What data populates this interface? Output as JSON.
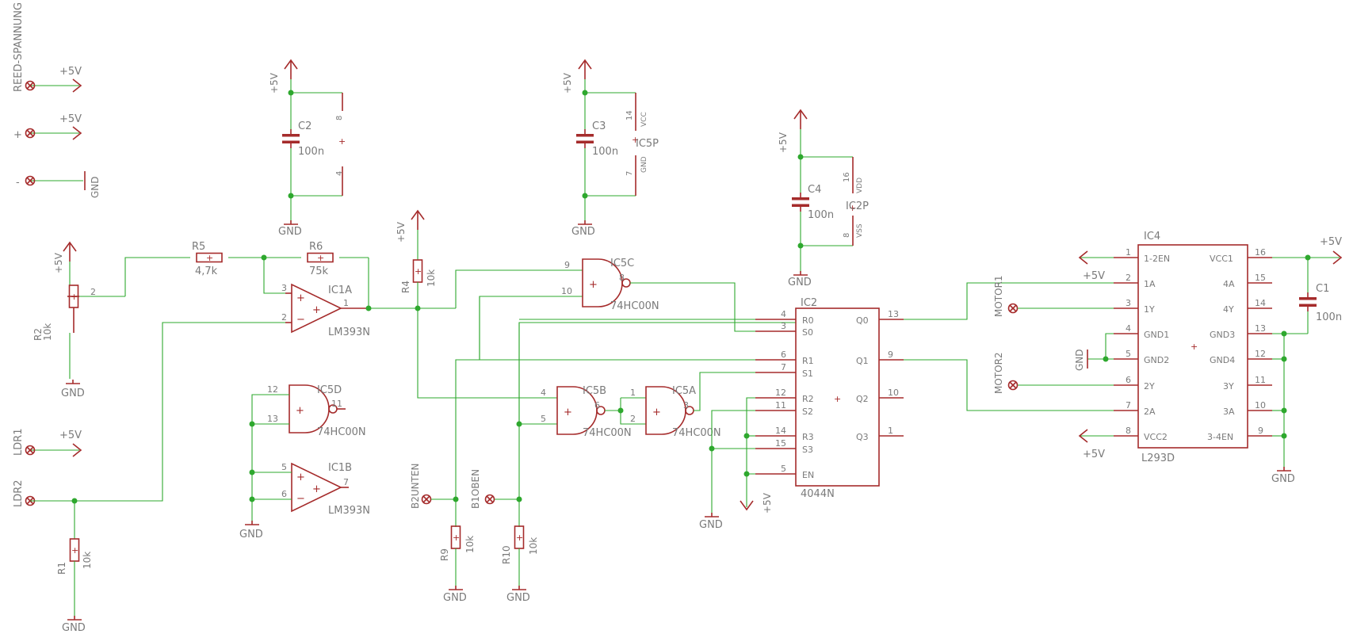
{
  "colors": {
    "wire": "#2ea82e",
    "part": "#a52b2b",
    "text": "#7a7a7a"
  },
  "power": {
    "p5v": "+5V",
    "gnd": "GND"
  },
  "connectors": {
    "reed": "REED-SPANNUNG",
    "plus": "+",
    "minus": "-",
    "ldr1": "LDR1",
    "ldr2": "LDR2",
    "b2unten": "B2UNTEN",
    "b1oben": "B1OBEN",
    "motor1": "MOTOR1",
    "motor2": "MOTOR2"
  },
  "resistors": {
    "r1": {
      "name": "R1",
      "value": "10k"
    },
    "r2": {
      "name": "R2",
      "value": "10k"
    },
    "r4": {
      "name": "R4",
      "value": "10k"
    },
    "r5": {
      "name": "R5",
      "value": "4,7k"
    },
    "r6": {
      "name": "R6",
      "value": "75k"
    },
    "r9": {
      "name": "R9",
      "value": "10k"
    },
    "r10": {
      "name": "R10",
      "value": "10k"
    }
  },
  "capacitors": {
    "c1": {
      "name": "C1",
      "value": "100n"
    },
    "c2": {
      "name": "C2",
      "value": "100n"
    },
    "c3": {
      "name": "C3",
      "value": "100n"
    },
    "c4": {
      "name": "C4",
      "value": "100n"
    }
  },
  "opamps": {
    "ic1a": {
      "name": "IC1A",
      "type": "LM393N"
    },
    "ic1b": {
      "name": "IC1B",
      "type": "LM393N"
    }
  },
  "gates": {
    "ic5a": {
      "name": "IC5A",
      "type": "74HC00N"
    },
    "ic5b": {
      "name": "IC5B",
      "type": "74HC00N"
    },
    "ic5c": {
      "name": "IC5C",
      "type": "74HC00N"
    },
    "ic5d": {
      "name": "IC5D",
      "type": "74HC00N"
    }
  },
  "power_blocks": {
    "ic5p": {
      "name": "IC5P",
      "vcc": "VCC",
      "gnd": "GND"
    },
    "ic2p": {
      "name": "IC2P",
      "vdd": "VDD",
      "vss": "VSS"
    }
  },
  "ic2": {
    "name": "IC2",
    "type": "4044N",
    "pins_left": [
      "R0",
      "S0",
      "R1",
      "S1",
      "R2",
      "S2",
      "R3",
      "S3",
      "EN"
    ],
    "pins_right": [
      "Q0",
      "Q1",
      "Q2",
      "Q3"
    ]
  },
  "ic4": {
    "name": "IC4",
    "type": "L293D",
    "pins_left": [
      "1-2EN",
      "1A",
      "1Y",
      "GND1",
      "GND2",
      "2Y",
      "2A",
      "VCC2"
    ],
    "pins_right": [
      "VCC1",
      "4A",
      "4Y",
      "GND3",
      "GND4",
      "3Y",
      "3A",
      "3-4EN"
    ]
  },
  "pin_numbers": {
    "p1": "1",
    "p2": "2",
    "p3": "3",
    "p4": "4",
    "p5": "5",
    "p6": "6",
    "p7": "7",
    "p8": "8",
    "p9": "9",
    "p10": "10",
    "p11": "11",
    "p12": "12",
    "p13": "13",
    "p14": "14",
    "p15": "15",
    "p16": "16"
  }
}
